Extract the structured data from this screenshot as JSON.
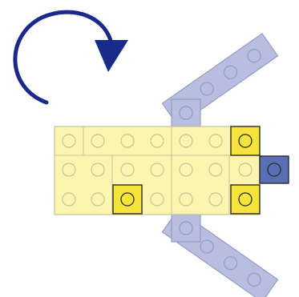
{
  "diagram": {
    "rotation_direction": "clockwise",
    "colors": {
      "arrow": "#1a2a8a",
      "plate_base": "#fbf5b0",
      "plate_stroke": "#c9c395",
      "highlight_yellow": "#f6e43a",
      "arm_lavender": "#b8bedf",
      "arm_stroke": "#959cc4",
      "blue_stud": "#5a6fb3"
    },
    "parts": {
      "main_plate": "yellow-plate",
      "highlight_bricks": 3,
      "blue_brick": 1,
      "upper_arm": "lavender-plate",
      "lower_arm": "lavender-plate"
    }
  }
}
